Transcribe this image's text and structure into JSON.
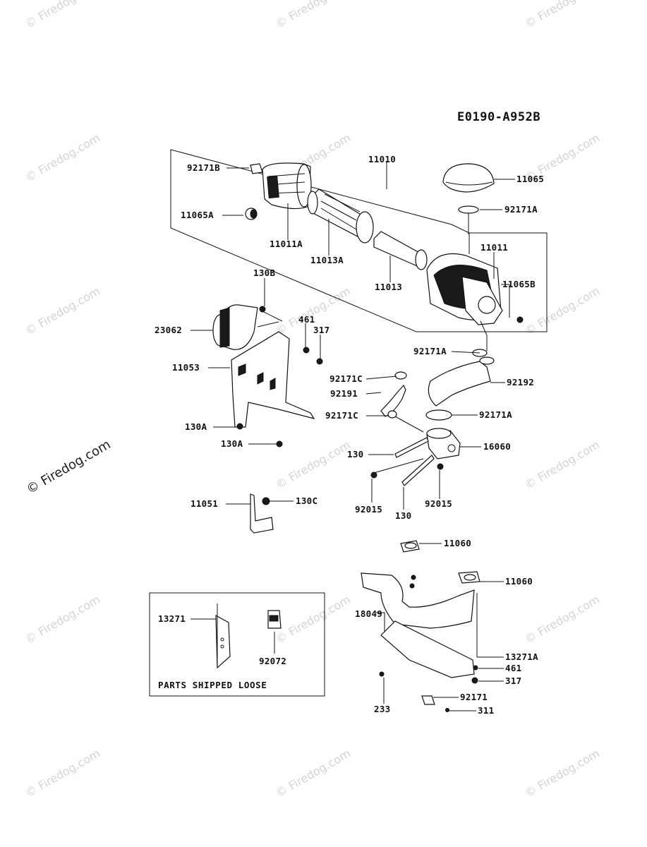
{
  "diagram_code": "E0190-A952B",
  "watermark": "© Firedog.com",
  "parts_shipped_loose_label": "PARTS SHIPPED LOOSE",
  "labels": {
    "p92171B": "92171B",
    "p11065A": "11065A",
    "p11011A": "11011A",
    "p11013A": "11013A",
    "p11010": "11010",
    "p11065": "11065",
    "p92171A_top": "92171A",
    "p11011": "11011",
    "p11013": "11013",
    "p11065B": "11065B",
    "p130B": "130B",
    "p23062": "23062",
    "p461_a": "461",
    "p317_a": "317",
    "p11053": "11053",
    "p130A_1": "130A",
    "p130A_2": "130A",
    "p92171A_mid": "92171A",
    "p92171C_1": "92171C",
    "p92191": "92191",
    "p92192": "92192",
    "p92171C_2": "92171C",
    "p92171A_low": "92171A",
    "p130_1": "130",
    "p16060": "16060",
    "p92015_1": "92015",
    "p130_2": "130",
    "p92015_2": "92015",
    "p11051": "11051",
    "p130C": "130C",
    "p11060_1": "11060",
    "p11060_2": "11060",
    "p18049": "18049",
    "p13271": "13271",
    "p92072": "92072",
    "p13271A": "13271A",
    "p461_b": "461",
    "p317_b": "317",
    "p92171": "92171",
    "p233": "233",
    "p311": "311"
  }
}
